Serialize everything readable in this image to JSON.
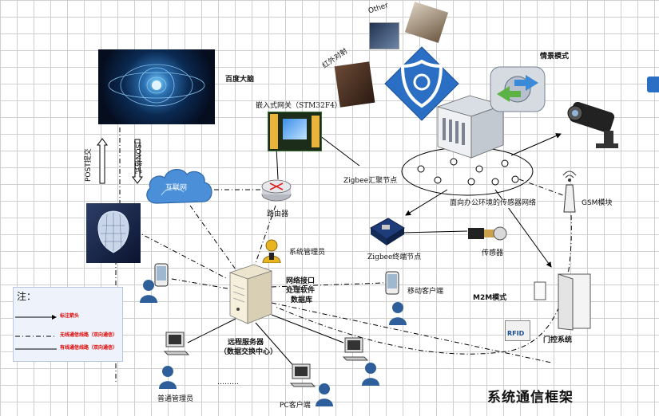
{
  "diagram": {
    "title": "系统通信框架",
    "nodes": {
      "baidu_brain": "百度大脑",
      "post_submit": "POST提交",
      "json_format": "JSON格式",
      "internet": "互联网",
      "embedded_gateway": "嵌入式网关（STM32F4）",
      "router": "路由器",
      "zigbee_coordinator": "Zigbee汇聚节点",
      "sensor_network": "面向办公环境的传感器网络",
      "scene_mode": "情景模式",
      "gsm_module": "GSM模块",
      "infrared_alarm": "红外对射",
      "other": "Other",
      "zigbee_terminal": "Zigbee终端节点",
      "sensor": "传感器",
      "system_admin": "系统管理员",
      "network_interface": "网络接口",
      "processing_software": "处理软件",
      "database": "数据库",
      "mobile_client": "移动客户端",
      "m2m_mode": "M2M模式",
      "door_control": "门控系统",
      "rfid": "RFID",
      "remote_server": "远程服务器",
      "data_exchange_center": "（数据交换中心）",
      "normal_admin": "普通管理员",
      "pc_client": "PC客户端",
      "ellipsis": "………"
    },
    "legend": {
      "title": "注：",
      "items": [
        "标注箭头",
        "无线通信线路（双向通信）",
        "有线通信线路（双向通信）"
      ]
    },
    "colors": {
      "shield_blue": "#2a6fc4",
      "cloud_blue": "#4a8fd8",
      "legend_text": "#e00000"
    }
  }
}
